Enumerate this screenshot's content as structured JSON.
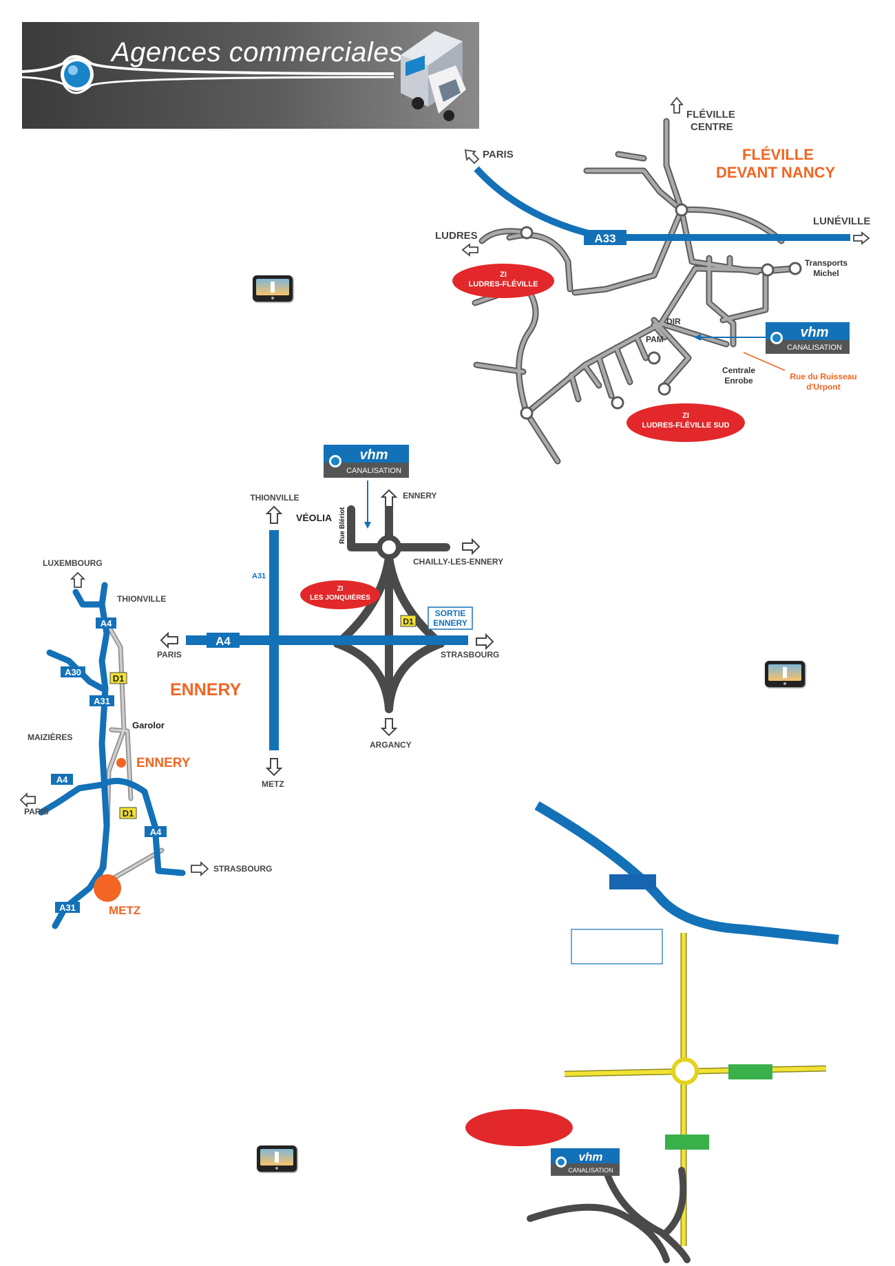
{
  "header": {
    "title": "Agences commerciales"
  },
  "brand": {
    "logo_text": "vhm",
    "logo_sub": "CANALISATION"
  },
  "colors": {
    "motorway": "#1371b8",
    "road": "#8c8c8c",
    "dark_road": "#4a4a4a",
    "orange": "#f26522",
    "red_zone": "#e2282a",
    "yellow": "#f2e233",
    "green": "#3ab04a"
  },
  "map_fleville": {
    "top_arrow": "FLÉVILLE",
    "top_arrow2": "CENTRE",
    "town_line1": "FLÉVILLE",
    "town_line2": "DEVANT NANCY",
    "paris": "PARIS",
    "ludres": "LUDRES",
    "luneville": "LUNÉVILLE",
    "a33": "A33",
    "zi_north_1": "ZI",
    "zi_north_2": "LUDRES-FLÉVILLE",
    "zi_south_1": "ZI",
    "zi_south_2": "LUDRES-FLÉVILLE SUD",
    "transports_1": "Transports",
    "transports_2": "Michel",
    "dir": "DIR",
    "pam": "PAM",
    "centrale_1": "Centrale",
    "centrale_2": "Enrobe",
    "rue_1": "Rue du Ruisseau",
    "rue_2": "d'Urpont"
  },
  "map_ennery": {
    "thionville": "THIONVILLE",
    "ennery_top": "ENNERY",
    "veolia": "VÉOLIA",
    "rue_bleriot": "Rue Blériot",
    "chailly": "CHAILLY-LES-ENNERY",
    "a31": "A31",
    "zi_1": "ZI",
    "zi_2": "LES JONQUIÈRES",
    "sortie_1": "SORTIE",
    "sortie_2": "ENNERY",
    "d1": "D1",
    "a4": "A4",
    "paris": "PARIS",
    "strasbourg": "STRASBOURG",
    "town": "ENNERY",
    "argancy": "ARGANCY",
    "metz": "METZ"
  },
  "map_region": {
    "luxembourg": "LUXEMBOURG",
    "thionville": "THIONVILLE",
    "a4_top": "A4",
    "a30": "A30",
    "d1_top": "D1",
    "a31_mid": "A31",
    "garolor": "Garolor",
    "maizieres": "MAIZIÈRES",
    "ennery": "ENNERY",
    "a4_left": "A4",
    "paris": "PARIS",
    "d1_low": "D1",
    "a4_right": "A4",
    "strasbourg": "STRASBOURG",
    "a31_low": "A31",
    "metz": "METZ"
  }
}
